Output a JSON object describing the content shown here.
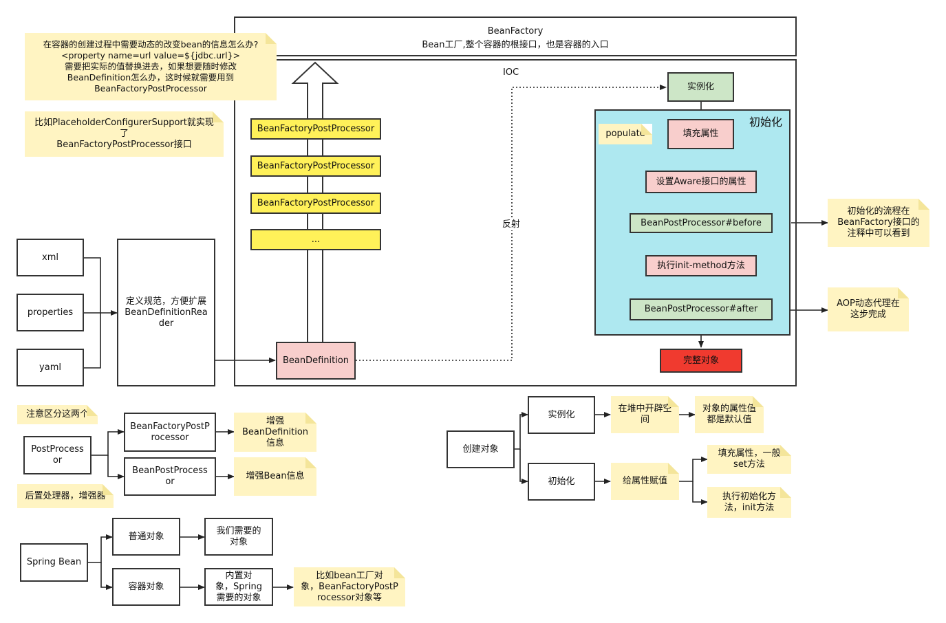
{
  "bean_factory": {
    "title": "BeanFactory",
    "subtitle": "Bean工厂,整个容器的根接口，也是容器的入口"
  },
  "ioc_label": "IOC",
  "reflection_label": "反射",
  "notes": {
    "dynamic_change": "在容器的创建过程中需要动态的改变bean的信息怎么办?\n<property name=url value=${jdbc.url}>\n需要把实际的值替换进去，如果想要随时修改\nBeanDefinition怎么办，这时候就需要用到\nBeanFactoryPostProcessor",
    "placeholder": "比如PlaceholderConfigurerSupport就实现了\nBeanFactoryPostProcessor接口",
    "populate": "populate",
    "init_flow": "初始化的流程在\nBeanFactory接口的\n注释中可以看到",
    "aop": "AOP动态代理在\n这步完成",
    "distinguish": "注意区分这两个",
    "post_processor_desc": "后置处理器，增强器",
    "enhance_bd": "增强\nBeanDefinition\n信息",
    "enhance_bean": "增强Bean信息",
    "heap": "在堆中开辟空\n间",
    "default_values": "对象的属性值\n都是默认值",
    "fill_props": "填充属性，一般\nset方法",
    "init_method": "执行初始化方\n法，init方法",
    "bean_factory_example": "比如bean工厂对\n象，BeanFactoryPostP\nrocessor对象等"
  },
  "sources": [
    "xml",
    "properties",
    "yaml"
  ],
  "reader": "定义规范，方便扩展\nBeanDefinitionRea\nder",
  "bean_definition": "BeanDefinition",
  "bfpp_items": [
    "BeanFactoryPostProcessor",
    "BeanFactoryPostProcessor",
    "BeanFactoryPostProcessor",
    "..."
  ],
  "lifecycle": {
    "instantiate": "实例化",
    "init_title": "初始化",
    "populate": "填充属性",
    "aware": "设置Aware接口的属性",
    "bpp_before": "BeanPostProcessor#before",
    "init_method": "执行init-method方法",
    "bpp_after": "BeanPostProcessor#after",
    "complete": "完整对象"
  },
  "post_process": {
    "root": "PostProcess\nor",
    "bfpp": "BeanFactoryPostP\nrocessor",
    "bpp": "BeanPostProcess\nor"
  },
  "spring_bean": {
    "root": "Spring Bean",
    "normal": "普通对象",
    "container": "容器对象",
    "normal_desc": "我们需要的\n对象",
    "container_desc": "内置对\n象，Spring\n需要的对象"
  },
  "create_object": {
    "root": "创建对象",
    "instantiate": "实例化",
    "initialize": "初始化",
    "assign": "给属性赋值"
  },
  "colors": {
    "note": "#fff4c2",
    "bfpp": "#fff159",
    "pink": "#f8cecc",
    "green": "#cde6c7",
    "cyan": "#aee8f0",
    "red": "#f03a2f"
  }
}
